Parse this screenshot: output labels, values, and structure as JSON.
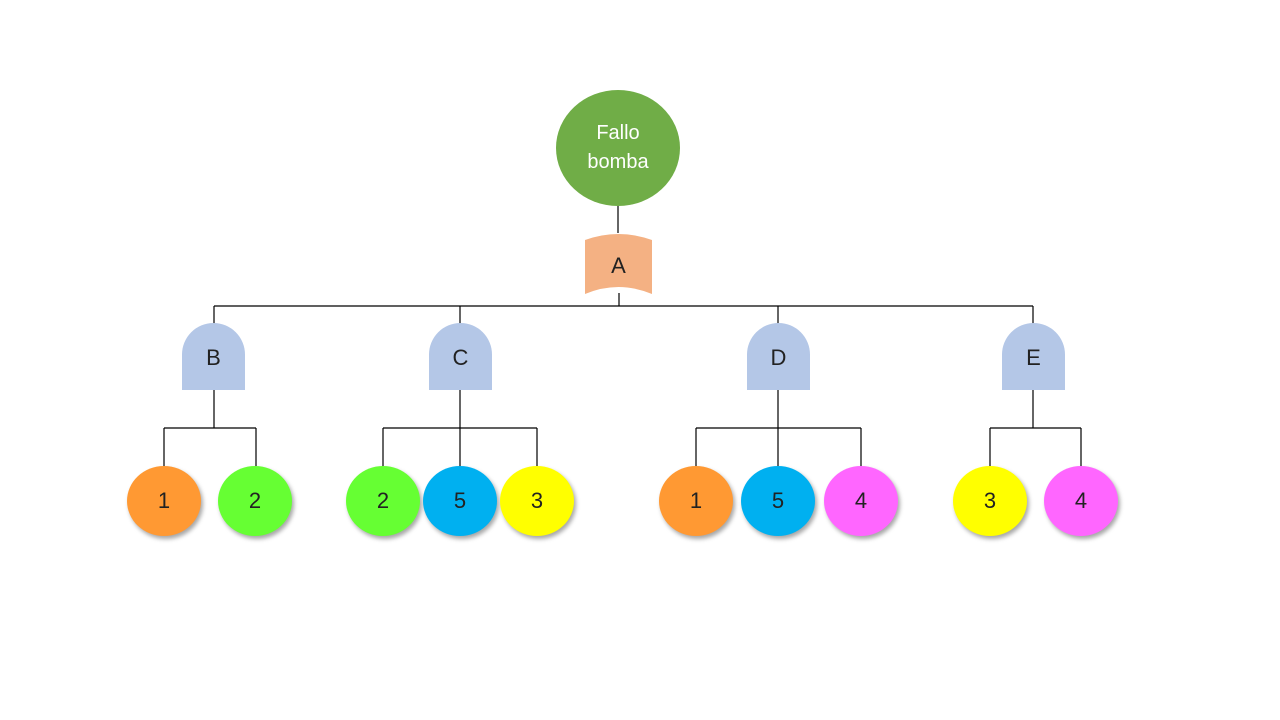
{
  "top_event": {
    "label": "Fallo bomba",
    "color": "#70ad47"
  },
  "or_gate": {
    "label": "A",
    "color": "#f4b183"
  },
  "and_gates": [
    {
      "label": "B",
      "color": "#b4c7e7"
    },
    {
      "label": "C",
      "color": "#b4c7e7"
    },
    {
      "label": "D",
      "color": "#b4c7e7"
    },
    {
      "label": "E",
      "color": "#b4c7e7"
    }
  ],
  "basic_events": [
    {
      "label": "1",
      "color": "#ff9933",
      "parent": "B"
    },
    {
      "label": "2",
      "color": "#66ff33",
      "parent": "B"
    },
    {
      "label": "2",
      "color": "#66ff33",
      "parent": "C"
    },
    {
      "label": "5",
      "color": "#00b0f0",
      "parent": "C"
    },
    {
      "label": "3",
      "color": "#ffff00",
      "parent": "C"
    },
    {
      "label": "1",
      "color": "#ff9933",
      "parent": "D"
    },
    {
      "label": "5",
      "color": "#00b0f0",
      "parent": "D"
    },
    {
      "label": "4",
      "color": "#ff66ff",
      "parent": "D"
    },
    {
      "label": "3",
      "color": "#ffff00",
      "parent": "E"
    },
    {
      "label": "4",
      "color": "#ff66ff",
      "parent": "E"
    }
  ]
}
